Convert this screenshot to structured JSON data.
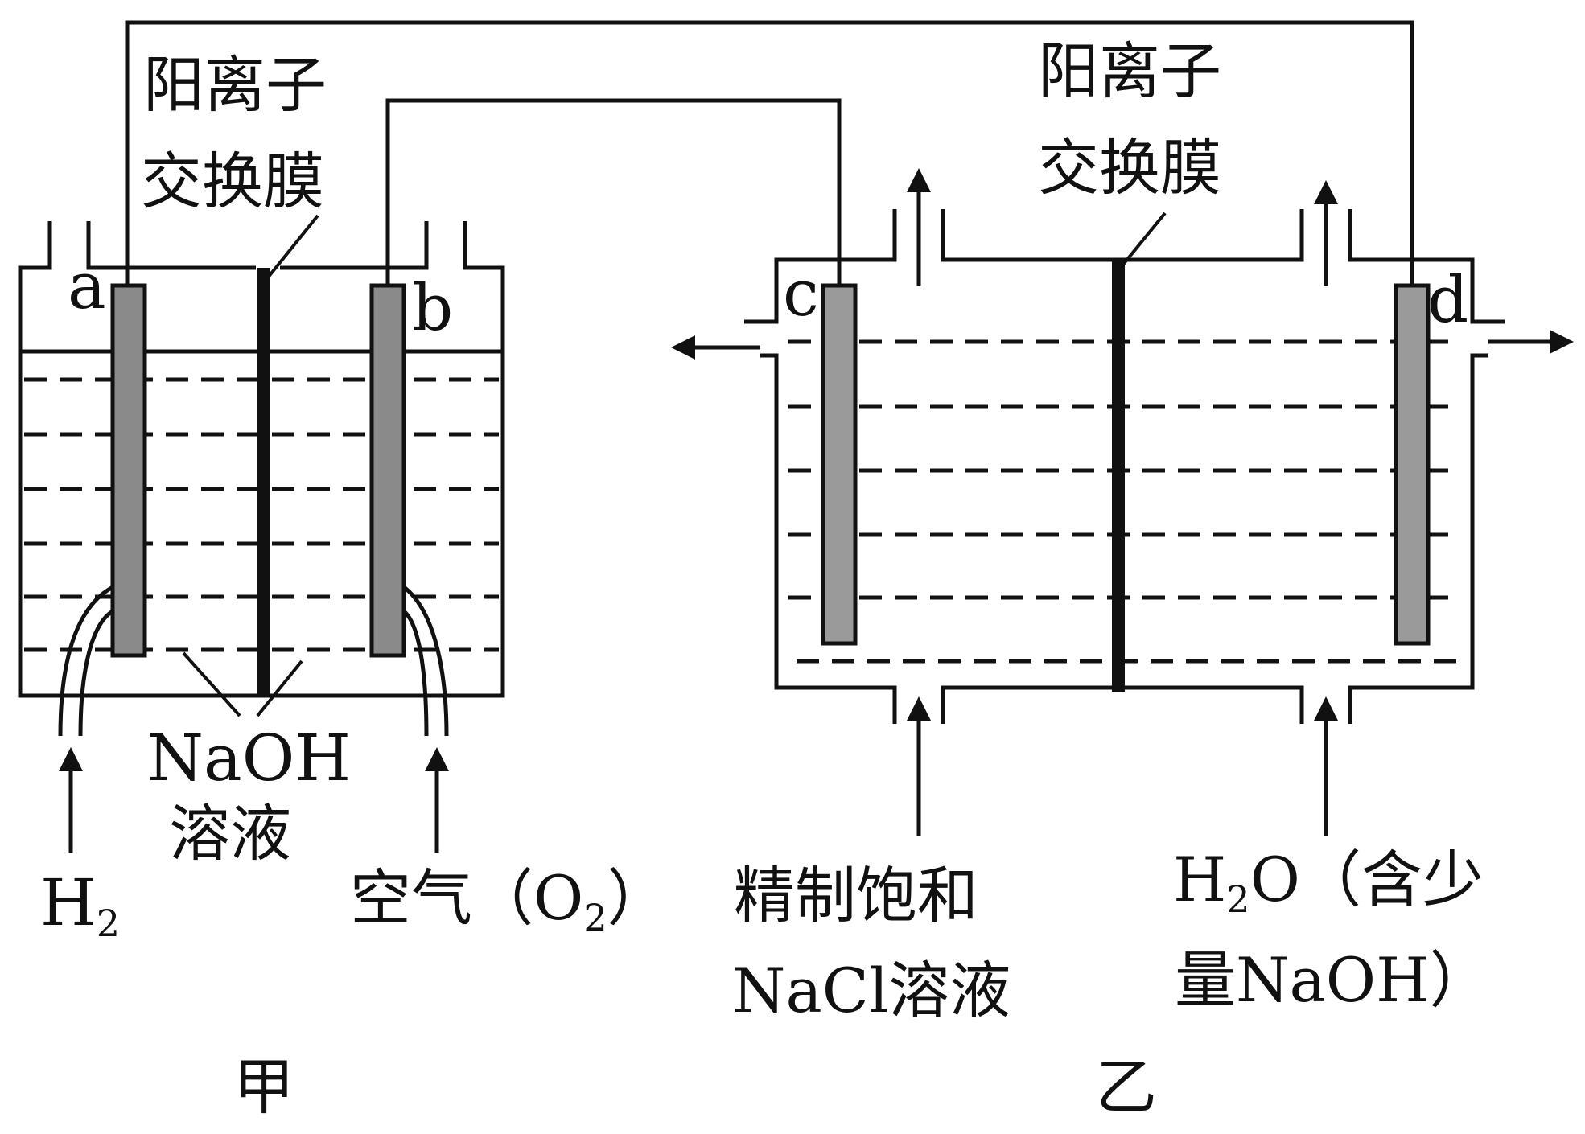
{
  "electrodes": {
    "a": "a",
    "b": "b",
    "c": "c",
    "d": "d"
  },
  "membrane_left": {
    "line1": "阳离子",
    "line2": "交换膜"
  },
  "membrane_right": {
    "line1": "阳离子",
    "line2": "交换膜"
  },
  "electrolyte_left": {
    "line1": "NaOH",
    "line2": "溶液"
  },
  "inputs_left": {
    "h2_main": "H",
    "h2_sub": "2",
    "air_main": "空气（O",
    "air_sub": "2",
    "air_close": "）"
  },
  "inputs_right": {
    "nacl_line1": "精制饱和",
    "nacl_line2": "NaCl溶液",
    "water_line1_main": "H",
    "water_line1_sub": "2",
    "water_line1_rest": "O（含少",
    "water_line2": "量NaOH）"
  },
  "cell_labels": {
    "left": "甲",
    "right": "乙"
  }
}
